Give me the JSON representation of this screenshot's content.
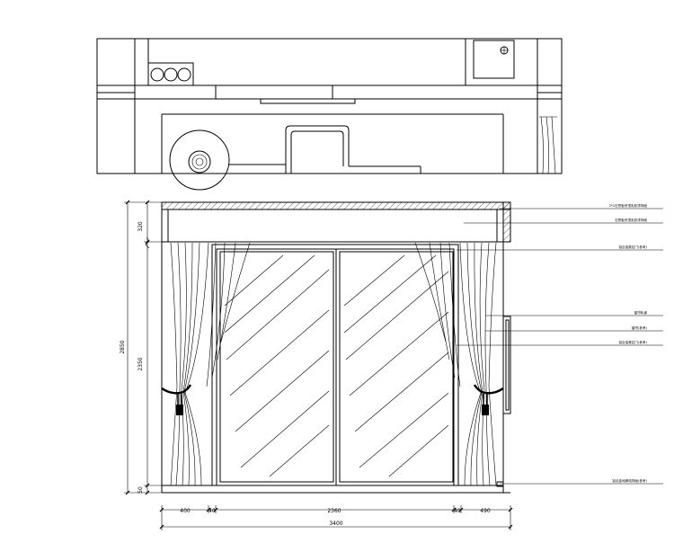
{
  "drawing": {
    "type": "cad-elevation",
    "units": "mm",
    "horizontal_dimensions": [
      "400",
      "40",
      "2360",
      "40",
      "490"
    ],
    "horizontal_total": "3400",
    "vertical_dimensions": [
      "320",
      "2350",
      "50"
    ],
    "vertical_total": "2850",
    "annotations": [
      "2*2石膏板吊顶乳胶漆饰面",
      "石膏板吊顶乳胶漆饰面",
      "铝合金推拉门(参考)",
      "窗帘轨道",
      "窗帘(参考)",
      "铝合金推拉门(参考)",
      "铝合金地脚线饰面(参考)"
    ]
  }
}
